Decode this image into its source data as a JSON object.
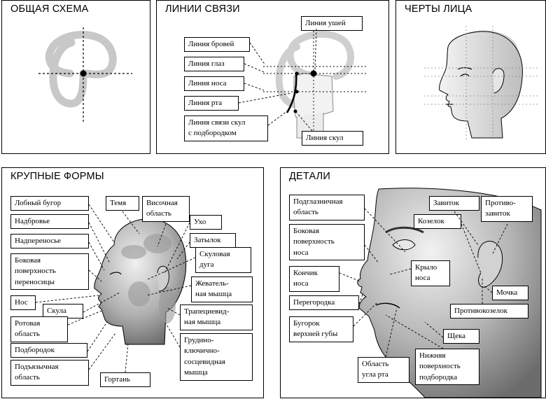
{
  "panels": {
    "general_scheme": {
      "title": "ОБЩАЯ СХЕМА"
    },
    "connection_lines": {
      "title": "ЛИНИИ СВЯЗИ",
      "labels": {
        "ears": "Линия ушей",
        "brows": "Линия бровей",
        "eyes": "Линия глаз",
        "nose": "Линия носа",
        "mouth": "Линия рта",
        "cheek_chin": "Линия связи скул\nс подбородком",
        "cheekbones": "Линия скул"
      }
    },
    "facial_features": {
      "title": "ЧЕРТЫ ЛИЦА"
    },
    "large_forms": {
      "title": "КРУПНЫЕ ФОРМЫ",
      "labels": {
        "frontal_tuber": "Лобный бугор",
        "superciliary": "Надбровье",
        "glabella": "Надпереносье",
        "nasal_side": "Боковая\nповерхность\nпереносицы",
        "nose": "Нос",
        "zygoma": "Скула",
        "oral": "Ротовая\nобласть",
        "chin": "Подбородок",
        "sublingual": "Подъязычная\nобласть",
        "crown": "Темя",
        "temporal": "Височная\nобласть",
        "ear": "Ухо",
        "occiput": "Затылок",
        "zygomatic_arch": "Скуловая\nдуга",
        "masseter": "Жеватель-\nная мышца",
        "trapezius": "Трапециевид-\nная мышца",
        "scm": "Грудино-\nключично-\nсосцевидная\nмышца",
        "larynx": "Гортань"
      }
    },
    "details": {
      "title": "ДЕТАЛИ",
      "labels": {
        "infraorbital": "Подглазничная\nобласть",
        "nose_side": "Боковая\nповерхность\nноса",
        "nose_tip": "Кончик\nноса",
        "septum": "Перегородка",
        "lip_tubercle": "Бугорок\nверхней губы",
        "mouth_corner": "Область\nугла рта",
        "chin_underside": "Нижняя\nповерхность\nподбородка",
        "helix": "Завиток",
        "antihelix": "Противо-\nзавиток",
        "tragus": "Козелок",
        "nostril_wing": "Крыло\nноса",
        "lobe": "Мочка",
        "antitragus": "Противокозелок",
        "cheek": "Щека"
      }
    }
  },
  "colors": {
    "stroke": "#000000",
    "light_gray": "#cccccc",
    "shading_dark": "#777777"
  }
}
